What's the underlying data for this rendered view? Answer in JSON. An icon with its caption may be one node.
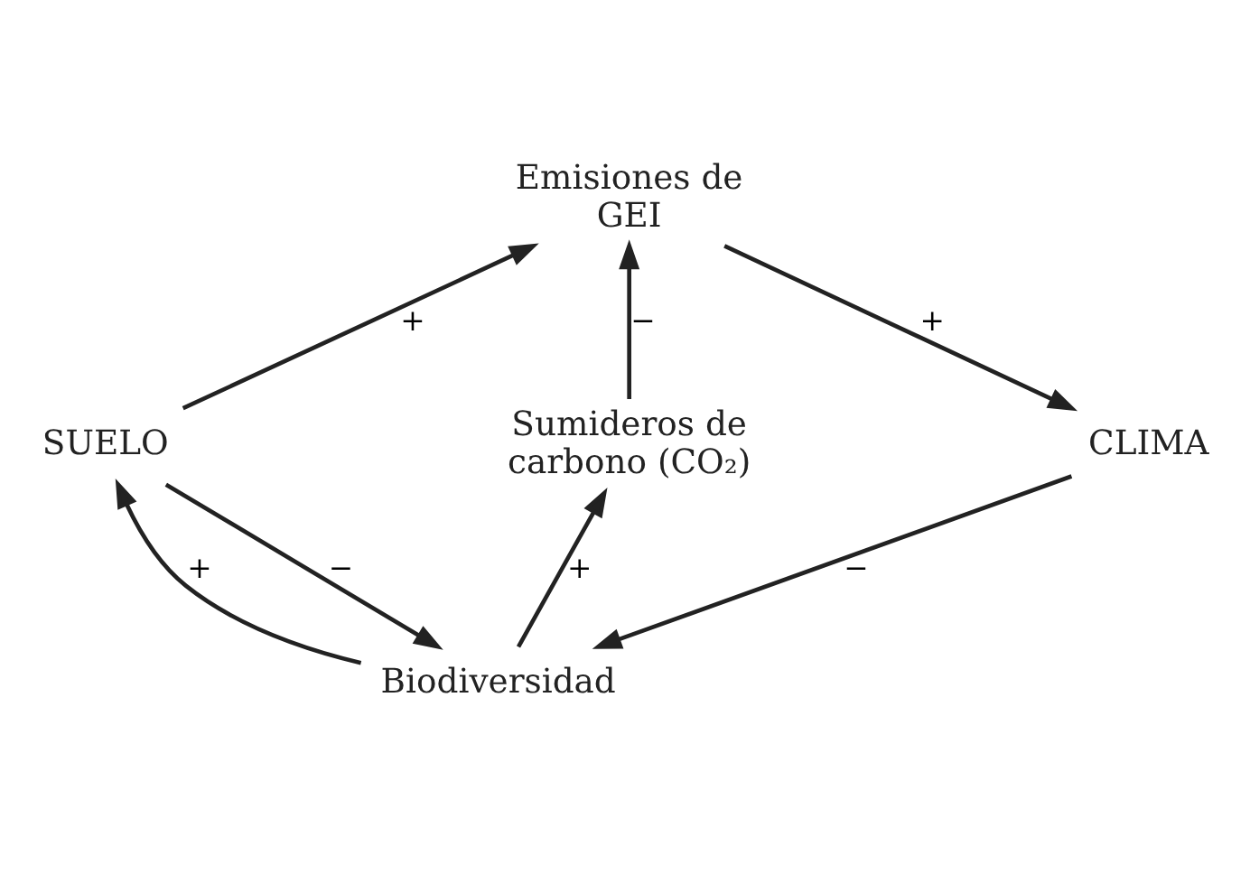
{
  "diagram": {
    "nodes": [
      {
        "text": [
          "Emisiones de GEI"
        ]
      },
      {
        "text": [
          "SUELO"
        ]
      },
      {
        "text": [
          "Sumideros de carbono (CO₂)"
        ]
      },
      {
        "text": [
          "CLIMA"
        ]
      },
      {
        "text": [
          "Biodiversidad"
        ]
      }
    ],
    "edges": [
      {
        "from": 1,
        "to": 0,
        "arrow": "to",
        "label": "+"
      },
      {
        "from": 0,
        "to": 3,
        "arrow": "to",
        "label": "+"
      },
      {
        "from": 2,
        "to": 0,
        "arrow": "to",
        "label": "−"
      },
      {
        "from": 4,
        "to": 2,
        "arrow": "to",
        "label": "+"
      },
      {
        "from": 4,
        "to": 1,
        "arrow": "to",
        "label": "+"
      },
      {
        "from": 1,
        "to": 4,
        "arrow": "to",
        "label": "−"
      },
      {
        "from": 3,
        "to": 4,
        "arrow": "to",
        "label": "−"
      }
    ]
  }
}
